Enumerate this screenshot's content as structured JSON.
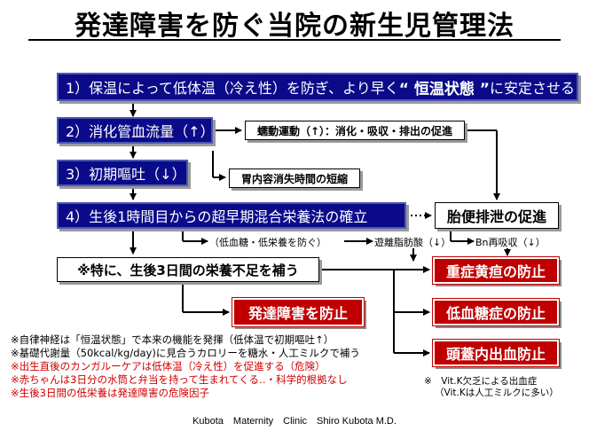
{
  "title": "発達障害を防ぐ当院の新生児管理法",
  "steps": {
    "step1_pre": "1）保温によって低体温（冷え性）を防ぎ、より早く",
    "step1_highlight": "“ 恒温状態 ”",
    "step1_post": "に安定させる",
    "step2": "2）消化管血流量（↑）",
    "step3": "3）初期嘔吐（↓）",
    "step4": "4）生後1時間目からの超早期混合栄養法の確立"
  },
  "side_boxes": {
    "peristalsis": "蠕動運動（↑）：消化・吸収・排出の促進",
    "gastric": "胃内容消失時間の短縮",
    "meconium": "胎便排泄の促進",
    "supplement": "※特に、生後3日間の栄養不足を補う"
  },
  "labels": {
    "prevent": "（低血糖・低栄養を防ぐ）",
    "ffa": "遊離脂肪酸（↓）",
    "bn": "Bn再吸収（↓）"
  },
  "outcomes": {
    "developmental": "発達障害を防止",
    "jaundice": "重症黄疸の防止",
    "hypoglycemia": "低血糖症の防止",
    "hemorrhage": "頭蓋内出血防止"
  },
  "notes": [
    {
      "text": "※自律神経は「恒温状態」で本来の機能を発揮（低体温で初期嘔吐↑）",
      "color": "black"
    },
    {
      "text": "※基礎代謝量（50kcal/kg/day)に見合うカロリーを糖水・人工ミルクで補う",
      "color": "black"
    },
    {
      "text": "※出生直後のカンガルーケアは低体温（冷え性）を促進する（危険）",
      "color": "red"
    },
    {
      "text": "※赤ちゃんは3日分の水筒と弁当を持って生まれてくる‥・科学的根拠なし",
      "color": "red"
    },
    {
      "text": "※生後3日間の低栄養は発達障害の危険因子",
      "color": "red"
    }
  ],
  "vitk_note": {
    "line1": "※　Vit.K欠乏による出血症",
    "line2": "（Vit.Kは人工ミルクに多い）"
  },
  "footer": "Kubota　Maternity　Clinic　Shiro Kubota M.D."
}
